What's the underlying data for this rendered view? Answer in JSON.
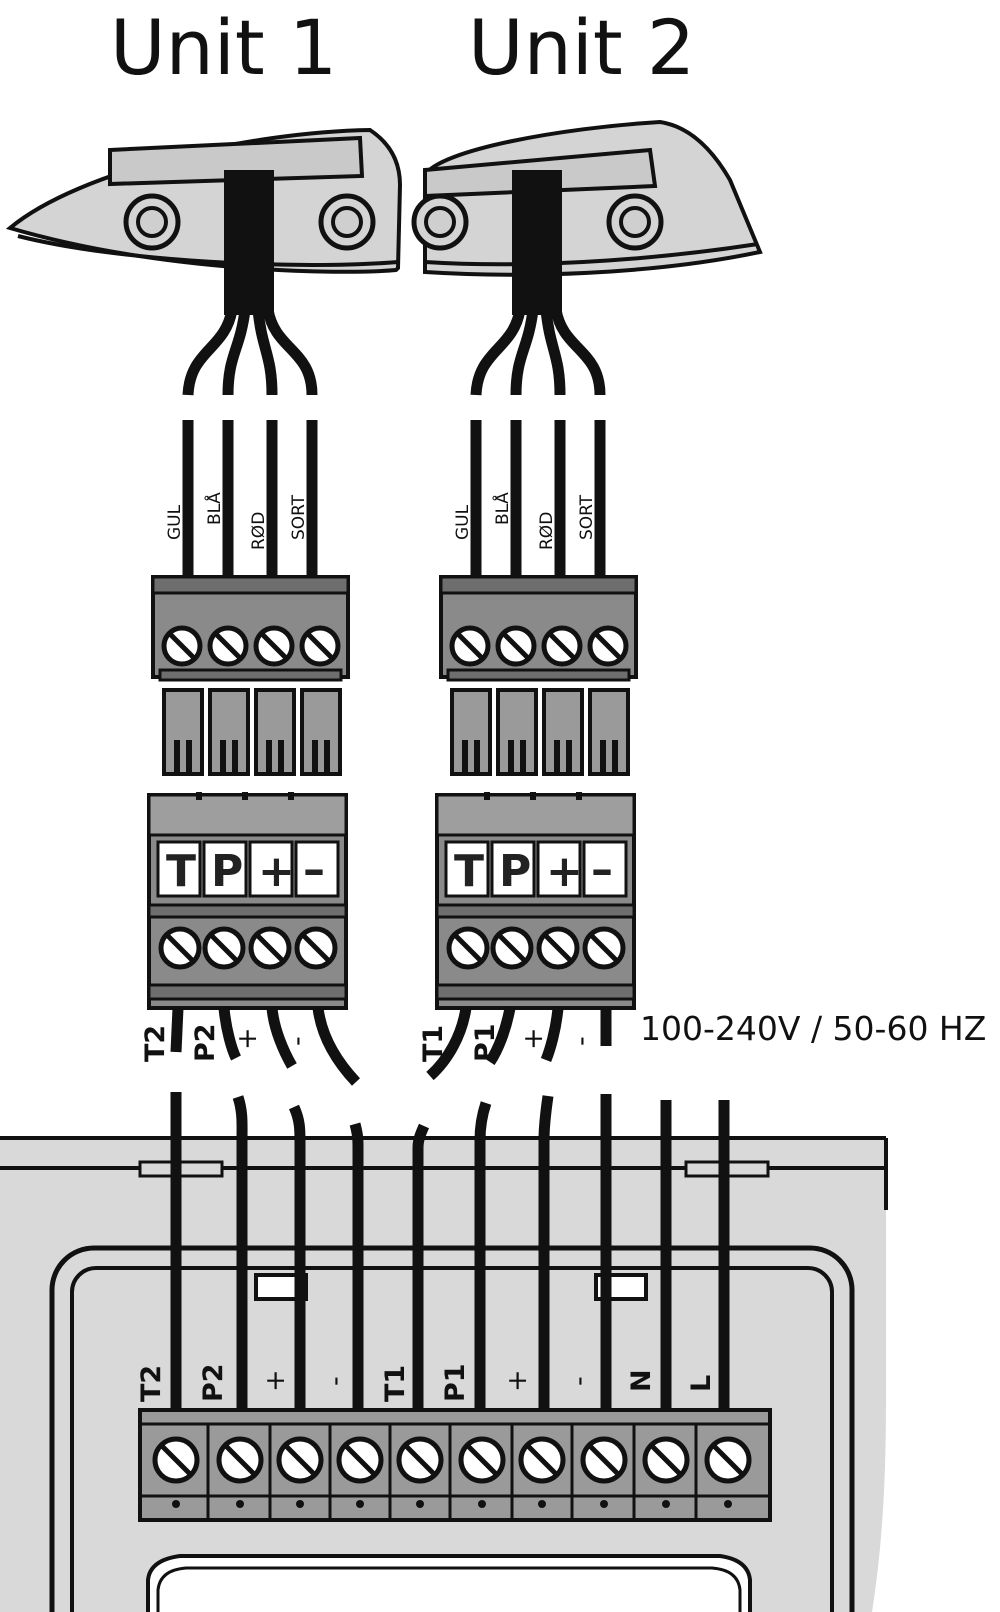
{
  "units": [
    {
      "title": "Unit 1",
      "wire_colors": [
        "GUL",
        "BLÅ",
        "RØD",
        "SORT"
      ],
      "plug_symbols": [
        "T",
        "P",
        "+",
        "–"
      ],
      "bottom_wire_labels": [
        "T2",
        "P2",
        "+",
        "-"
      ]
    },
    {
      "title": "Unit 2",
      "wire_colors": [
        "GUL",
        "BLÅ",
        "RØD",
        "SORT"
      ],
      "plug_symbols": [
        "T",
        "P",
        "+",
        "–"
      ],
      "bottom_wire_labels": [
        "T1",
        "P1",
        "+",
        "-"
      ]
    }
  ],
  "supply": {
    "voltage_label": "100-240V / 50-60 HZ"
  },
  "terminal_block": {
    "labels": [
      "T2",
      "P2",
      "+",
      "-",
      "T1",
      "P1",
      "+",
      "-",
      "N",
      "L"
    ]
  },
  "colors": {
    "housing_gray": "#d9d9d9",
    "block_gray": "#7f7f7f",
    "wire": "#111111"
  }
}
